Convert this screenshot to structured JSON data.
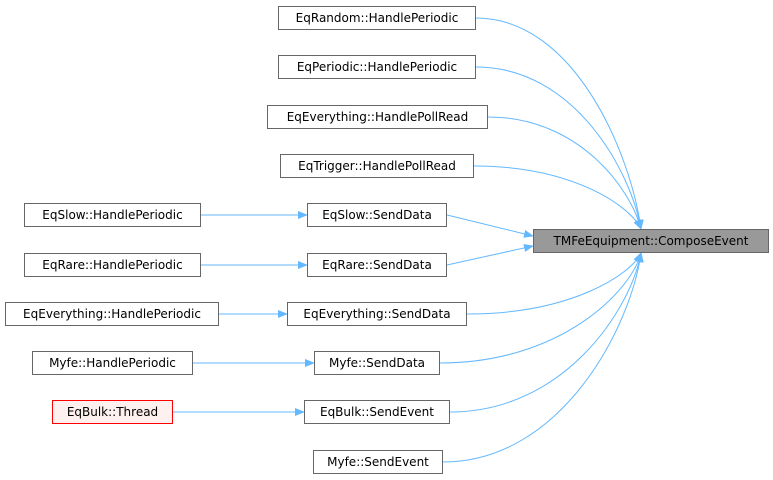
{
  "diagram": {
    "edge_color": "#63b8ff",
    "root": {
      "id": "compose",
      "label": "TMFeEquipment::ComposeEvent"
    },
    "nodes": [
      {
        "id": "eqrandom_hp",
        "label": "EqRandom::HandlePeriodic"
      },
      {
        "id": "eqperiodic_hp",
        "label": "EqPeriodic::HandlePeriodic"
      },
      {
        "id": "eqeverything_hpr",
        "label": "EqEverything::HandlePollRead"
      },
      {
        "id": "eqtrigger_hpr",
        "label": "EqTrigger::HandlePollRead"
      },
      {
        "id": "eqslow_hp",
        "label": "EqSlow::HandlePeriodic"
      },
      {
        "id": "eqslow_sd",
        "label": "EqSlow::SendData"
      },
      {
        "id": "eqrare_hp",
        "label": "EqRare::HandlePeriodic"
      },
      {
        "id": "eqrare_sd",
        "label": "EqRare::SendData"
      },
      {
        "id": "eqeverything_hp",
        "label": "EqEverything::HandlePeriodic"
      },
      {
        "id": "eqeverything_sd",
        "label": "EqEverything::SendData"
      },
      {
        "id": "myfe_hp",
        "label": "Myfe::HandlePeriodic"
      },
      {
        "id": "myfe_sd",
        "label": "Myfe::SendData"
      },
      {
        "id": "eqbulk_thread",
        "label": "EqBulk::Thread"
      },
      {
        "id": "eqbulk_se",
        "label": "EqBulk::SendEvent"
      },
      {
        "id": "myfe_se",
        "label": "Myfe::SendEvent"
      }
    ],
    "edges": [
      {
        "from": "eqrandom_hp",
        "to": "compose"
      },
      {
        "from": "eqperiodic_hp",
        "to": "compose"
      },
      {
        "from": "eqeverything_hpr",
        "to": "compose"
      },
      {
        "from": "eqtrigger_hpr",
        "to": "compose"
      },
      {
        "from": "eqslow_sd",
        "to": "compose"
      },
      {
        "from": "eqrare_sd",
        "to": "compose"
      },
      {
        "from": "eqeverything_sd",
        "to": "compose"
      },
      {
        "from": "myfe_sd",
        "to": "compose"
      },
      {
        "from": "eqbulk_se",
        "to": "compose"
      },
      {
        "from": "myfe_se",
        "to": "compose"
      },
      {
        "from": "eqslow_hp",
        "to": "eqslow_sd"
      },
      {
        "from": "eqrare_hp",
        "to": "eqrare_sd"
      },
      {
        "from": "eqeverything_hp",
        "to": "eqeverything_sd"
      },
      {
        "from": "myfe_hp",
        "to": "myfe_sd"
      },
      {
        "from": "eqbulk_thread",
        "to": "eqbulk_se"
      }
    ]
  }
}
